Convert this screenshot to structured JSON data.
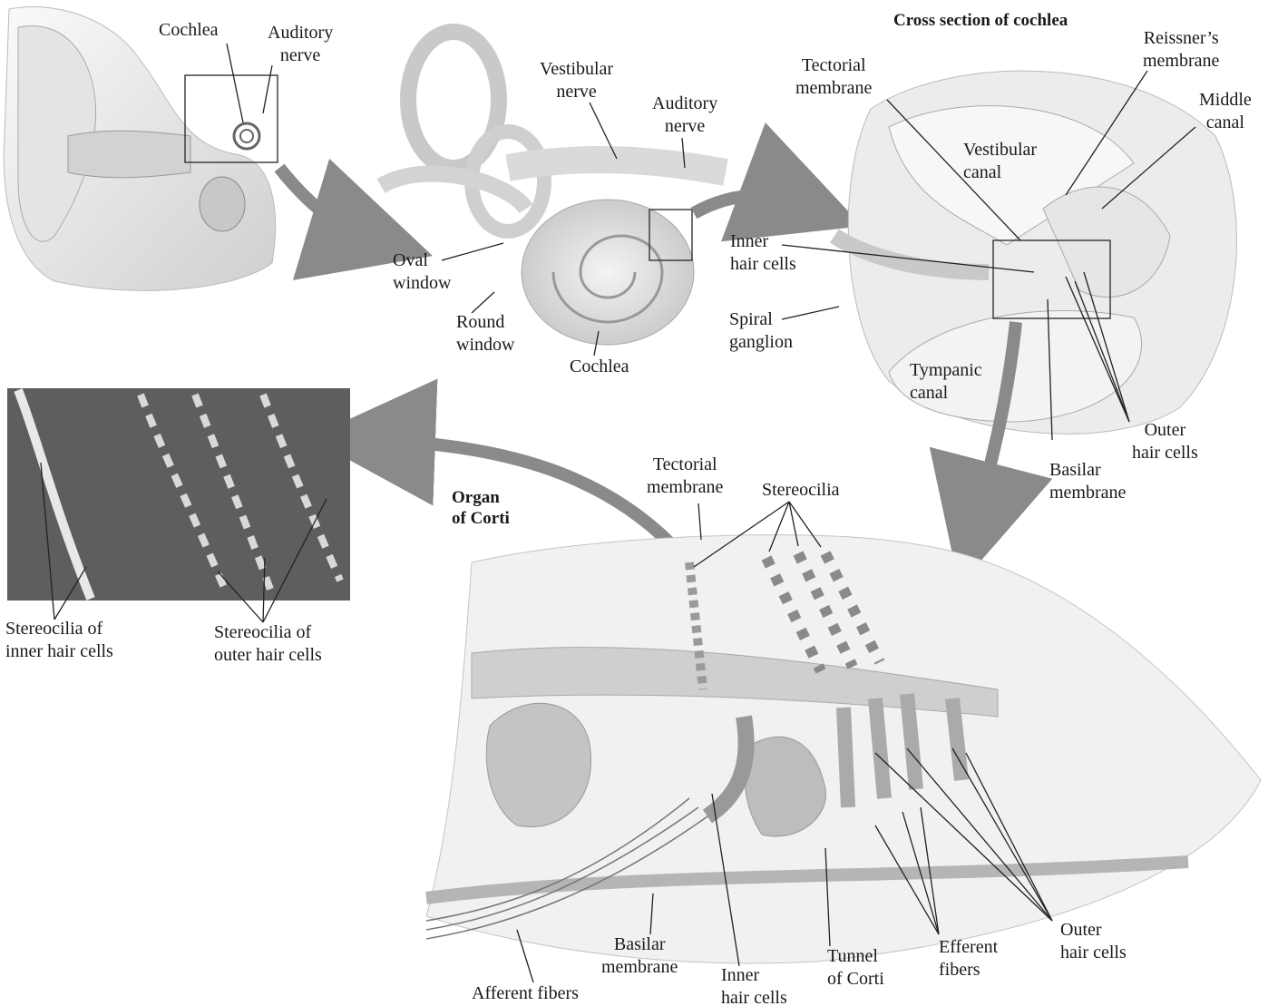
{
  "panels": {
    "outer_ear": {
      "labels": {
        "cochlea": "Cochlea",
        "auditory_nerve": "Auditory\nnerve"
      }
    },
    "inner_ear": {
      "labels": {
        "vestibular_nerve": "Vestibular\nnerve",
        "auditory_nerve": "Auditory\nnerve",
        "oval_window": "Oval\nwindow",
        "round_window": "Round\nwindow",
        "cochlea": "Cochlea"
      }
    },
    "cross_section": {
      "title": "Cross section of cochlea",
      "labels": {
        "tectorial_membrane": "Tectorial\nmembrane",
        "reissners_membrane": "Reissner’s\nmembrane",
        "middle_canal": "Middle\ncanal",
        "vestibular_canal": "Vestibular\ncanal",
        "inner_hair_cells": "Inner\nhair cells",
        "spiral_ganglion": "Spiral\nganglion",
        "tympanic_canal": "Tympanic\ncanal",
        "outer_hair_cells": "Outer\nhair cells",
        "basilar_membrane": "Basilar\nmembrane"
      }
    },
    "micrograph": {
      "labels": {
        "stereocilia_inner": "Stereocilia of\ninner hair cells",
        "stereocilia_outer": "Stereocilia of\nouter hair cells"
      }
    },
    "organ_of_corti": {
      "title": "Organ\nof Corti",
      "labels": {
        "tectorial_membrane": "Tectorial\nmembrane",
        "stereocilia": "Stereocilia",
        "basilar_membrane": "Basilar\nmembrane",
        "afferent_fibers": "Afferent fibers",
        "inner_hair_cells": "Inner\nhair cells",
        "tunnel_of_corti": "Tunnel\nof Corti",
        "efferent_fibers": "Efferent\nfibers",
        "outer_hair_cells": "Outer\nhair cells"
      }
    }
  },
  "colors": {
    "line": "#222222",
    "tissue": "#d6d6d6",
    "shadow": "#9a9a9a",
    "arrow": "#8a8a8a",
    "micrograph": "#5e5e5e"
  }
}
